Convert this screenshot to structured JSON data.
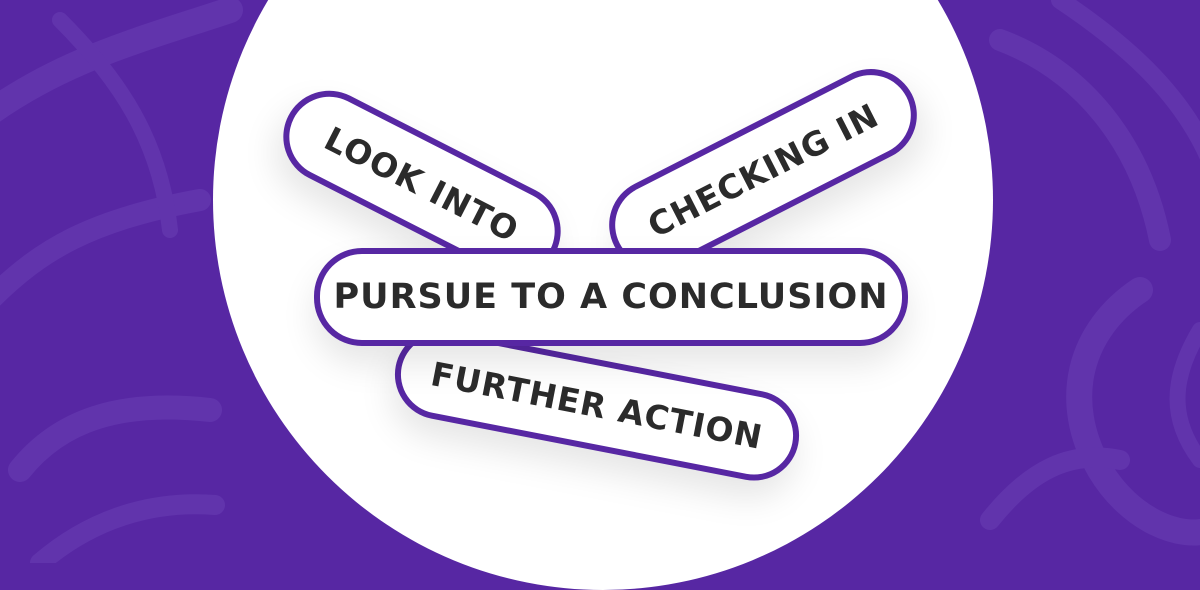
{
  "colors": {
    "background": "#5727a3",
    "circle": "#ffffff",
    "pill_border": "#5727a3",
    "pill_text": "#2b2b2b"
  },
  "pills": {
    "look_into": "LOOK INTO",
    "checking_in": "CHECKING IN",
    "pursue": "PURSUE TO A CONCLUSION",
    "further_action": "FURTHER ACTION"
  }
}
